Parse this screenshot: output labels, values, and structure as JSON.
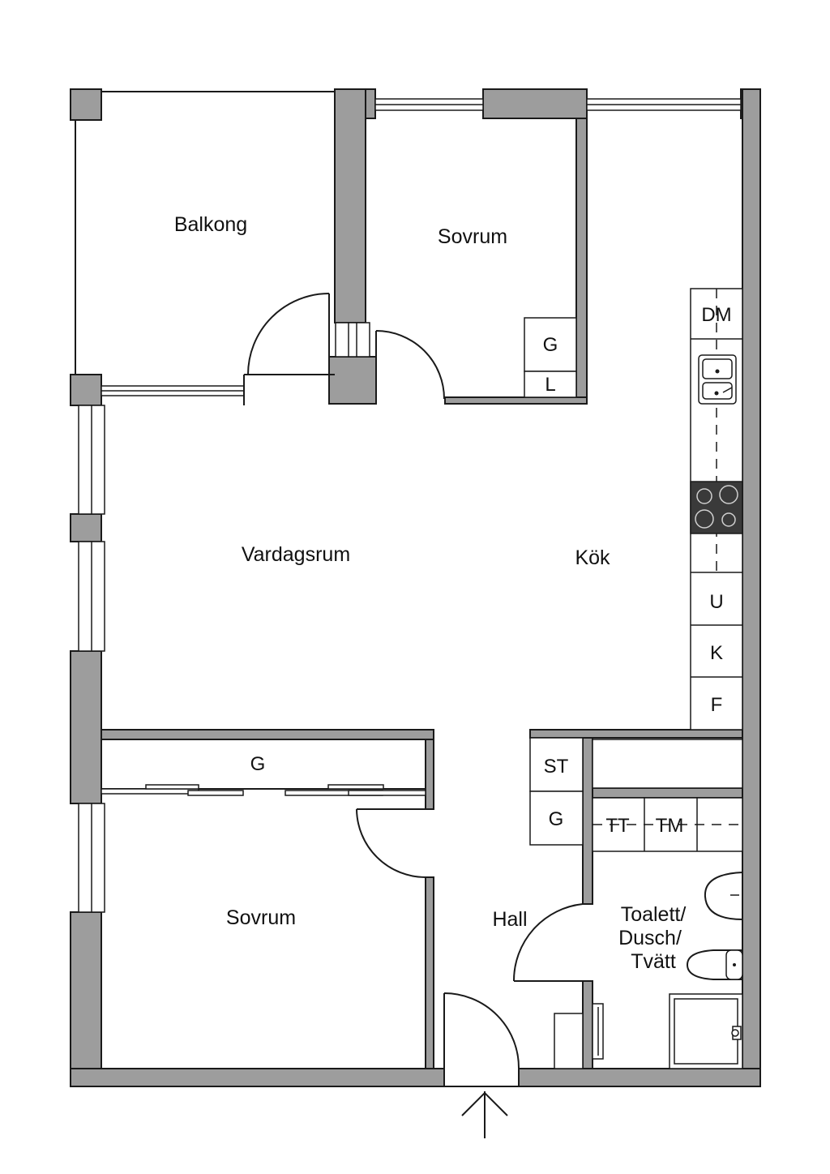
{
  "rooms": {
    "balcony": "Balkong",
    "bedroom_top": "Sovrum",
    "living_room": "Vardagsrum",
    "kitchen": "Kök",
    "bedroom_bottom": "Sovrum",
    "hall": "Hall",
    "bathroom_line1": "Toalett/",
    "bathroom_line2": "Dusch/",
    "bathroom_line3": "Tvätt"
  },
  "fixtures": {
    "wardrobe_top_bedroom": "G",
    "linen_top_bedroom": "L",
    "dishwasher": "DM",
    "freezer_u": "U",
    "fridge_k": "K",
    "freezer_f": "F",
    "storage_st": "ST",
    "wardrobe_hall": "G",
    "wardrobe_bottom_bedroom": "G",
    "dryer": "TT",
    "washing_machine": "TM"
  },
  "colors": {
    "wall": "#9d9d9d",
    "stove": "#3a3a3a",
    "line": "#1a1a1a"
  }
}
